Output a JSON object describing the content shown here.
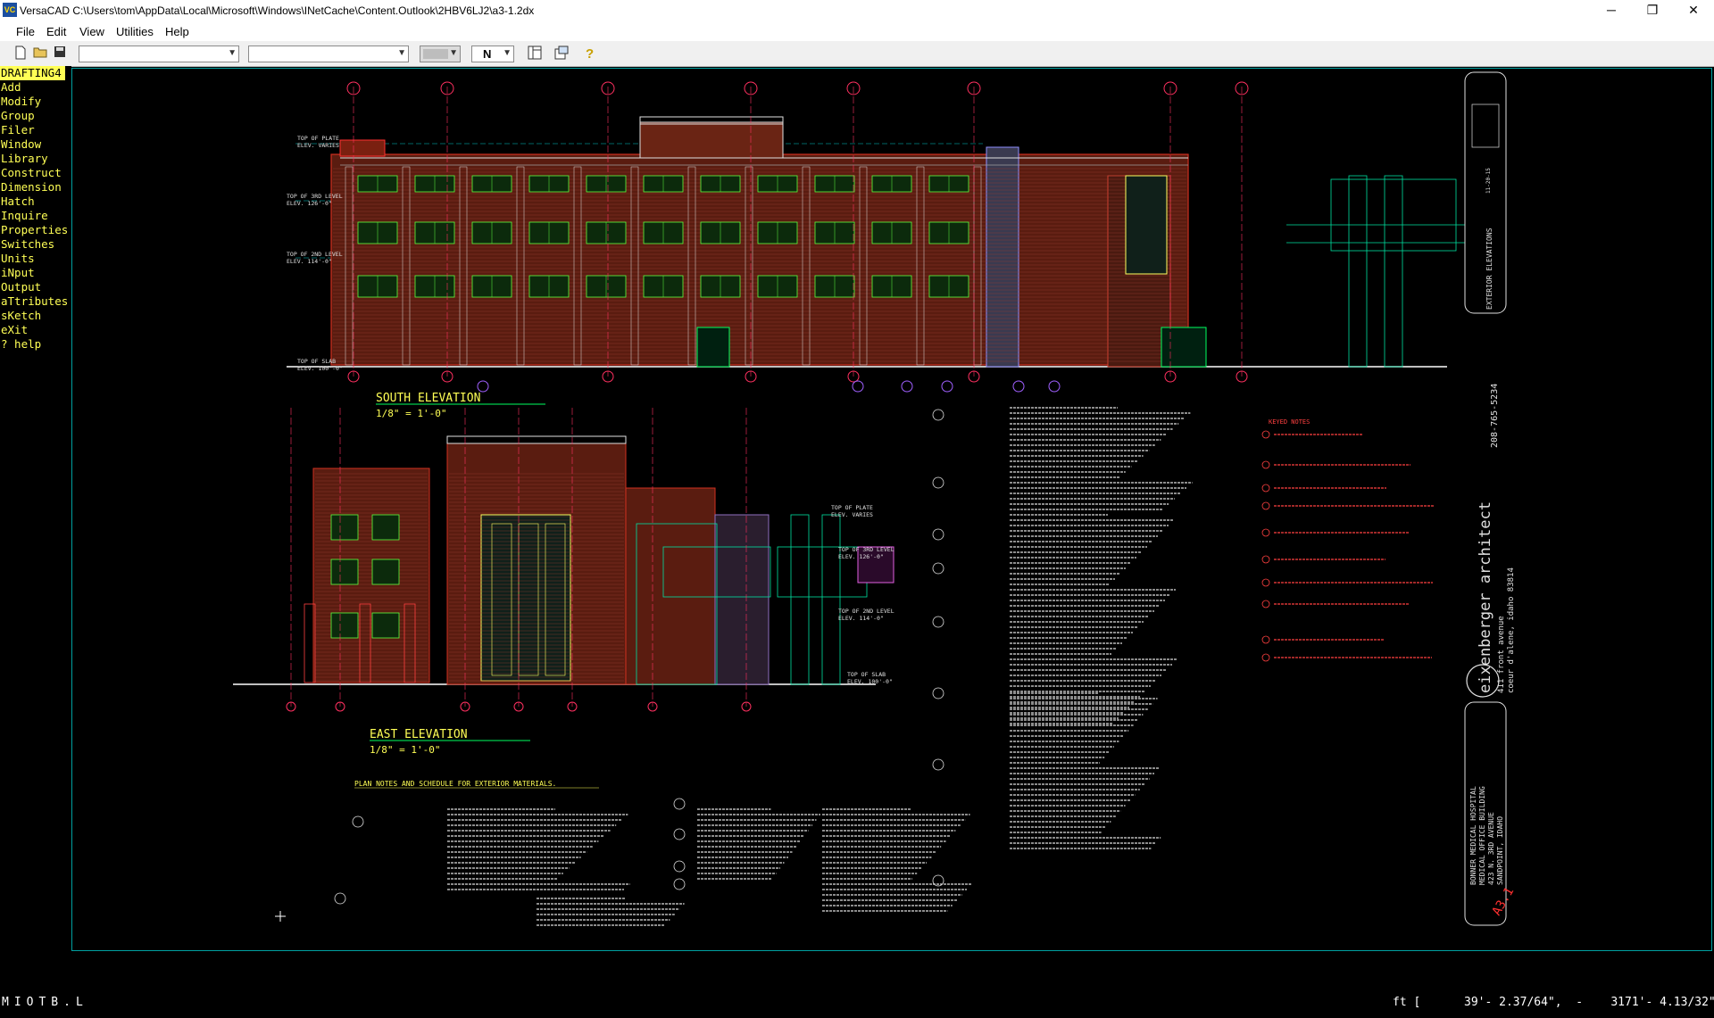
{
  "window": {
    "title": "VersaCAD  C:\\Users\\tom\\AppData\\Local\\Microsoft\\Windows\\INetCache\\Content.Outlook\\2HBV6LJ2\\a3-1.2dx",
    "app_icon_label": "VC",
    "minimize_glyph": "─",
    "maximize_glyph": "❐",
    "close_glyph": "✕"
  },
  "menu": [
    "File",
    "Edit",
    "View",
    "Utilities",
    "Help"
  ],
  "toolbar": {
    "layer_combo_value": "",
    "style_combo_value": "",
    "pen_value": "N",
    "icons": [
      "new-file-icon",
      "open-folder-icon",
      "save-icon",
      "layers-icon",
      "window-icon",
      "help-icon"
    ]
  },
  "sidebar": {
    "header": "DRAFTING4",
    "items": [
      "Add",
      "Modify",
      "Group",
      "Filer",
      "Window",
      "Library",
      "Construct",
      "Dimension",
      "Hatch",
      "Inquire",
      "Properties",
      "Switches",
      "Units",
      "iNput",
      "Output",
      "aTtributes",
      "sKetch",
      "eXit",
      "? help"
    ]
  },
  "drawing": {
    "south_title": "SOUTH ELEVATION",
    "south_scale": "1/8\" = 1'-0\"",
    "east_title": "EAST ELEVATION",
    "east_scale": "1/8\" = 1'-0\"",
    "plan_notes_title": "PLAN NOTES AND SCHEDULE FOR EXTERIOR MATERIALS.",
    "keyed_notes_title": "KEYED NOTES",
    "level_labels": [
      "TOP OF PLATE",
      "ELEV. VARIES",
      "TOP OF 3RD LEVEL",
      "ELEV. 126'-0\"",
      "TOP OF 2ND LEVEL",
      "ELEV. 114'-0\"",
      "TOP OF SLAB",
      "ELEV. 100'-0\""
    ],
    "title_block": {
      "sheet_title": "EXTERIOR ELEVATIONS",
      "date": "11-20-15",
      "phone": "208-765-5234",
      "architect": "eixenberger architect",
      "address1": "411 front avenue",
      "address2": "coeur d'alene, idaho 83814",
      "project1": "BONNER MEDICAL HOSPITAL",
      "project2": "MEDICAL OFFICE BUILDING",
      "project3": "423 N. 3RD AVENUE",
      "project4": "SANDPOINT, IDAHO",
      "sheet_no": "A3.1"
    }
  },
  "status": {
    "left": "MIOTB.L",
    "units": "ft [",
    "coordinates": "39'- 2.37/64\",  -    3171'- 4.13/32\"]"
  }
}
